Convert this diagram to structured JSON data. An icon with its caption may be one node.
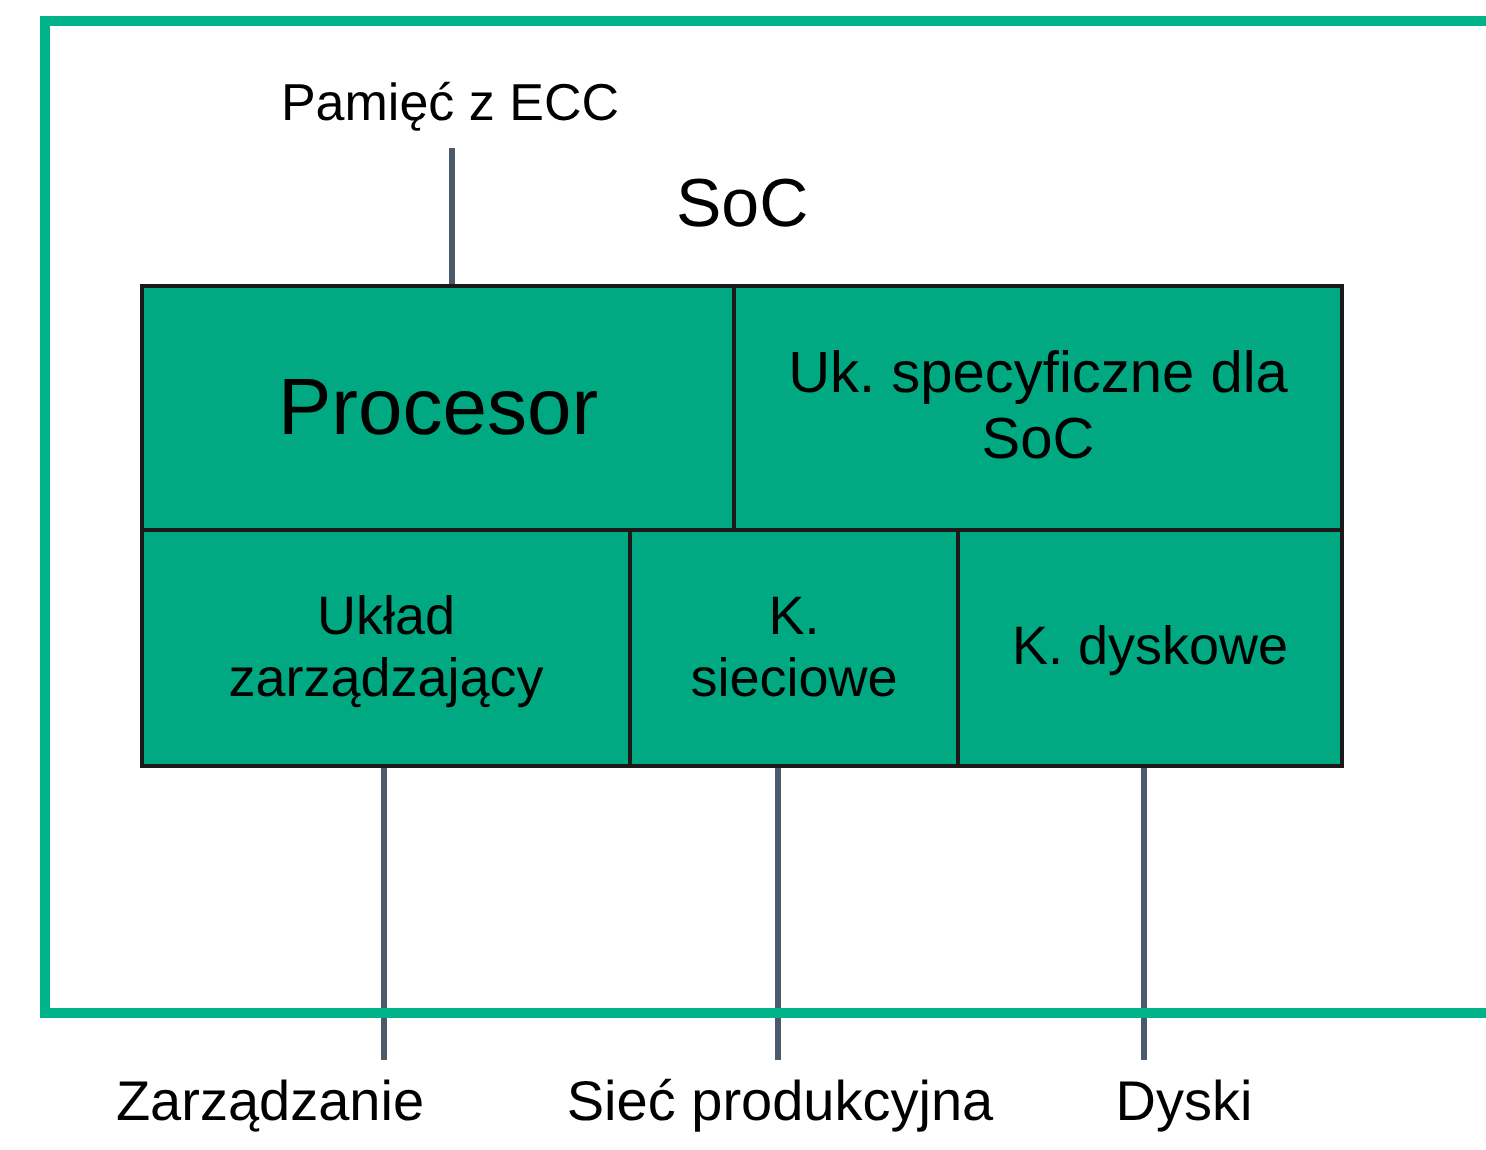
{
  "diagram": {
    "nodes": [
      {
        "text": [
          "SoC"
        ]
      },
      {
        "text": [
          "Procesor"
        ],
        "in": 0
      },
      {
        "text": [
          "Uk. specyficzne dla SoC"
        ],
        "in": 0
      },
      {
        "text": [
          "Układ zarządzający"
        ],
        "in": 0
      },
      {
        "text": [
          "K. sieciowe"
        ],
        "in": 0
      },
      {
        "text": [
          "K. dyskowe"
        ],
        "in": 0
      },
      {
        "text": [
          "Pamięć z ECC"
        ],
        "in": 0
      },
      {
        "text": [
          "Zarządzanie"
        ]
      },
      {
        "text": [
          "Sieć produkcyjna"
        ]
      },
      {
        "text": [
          "Dyski"
        ]
      }
    ],
    "edges": [
      {
        "from": 6,
        "to": 1,
        "arrow": "none"
      },
      {
        "from": 3,
        "to": 7,
        "arrow": "none"
      },
      {
        "from": 4,
        "to": 8,
        "arrow": "none"
      },
      {
        "from": 5,
        "to": 9,
        "arrow": "none"
      }
    ]
  }
}
